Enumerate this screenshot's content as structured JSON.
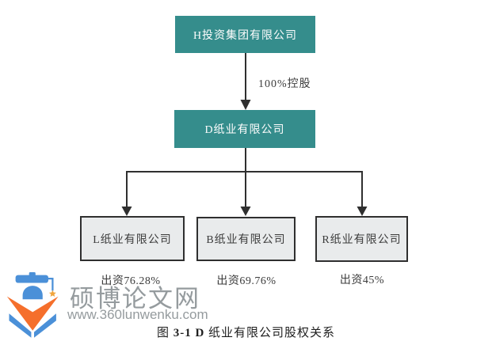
{
  "colors": {
    "teal": "#358d8c",
    "box_fill": "#e9ebec",
    "line": "#2f2f2f",
    "text_dark": "#3c3c3c",
    "watermark_gray": "#959b9e",
    "logo_blue": "#4b90d8",
    "logo_orange": "#f56f2c",
    "logo_star": "#f0a43c",
    "caption_text": "#1e1e1e"
  },
  "org_chart": {
    "root": {
      "label": "H投资集团有限公司"
    },
    "edge_label": "100%控股",
    "subsidiary": {
      "label": "D纸业有限公司"
    },
    "children": [
      {
        "label": "L纸业有限公司",
        "stake": "出资76.28%"
      },
      {
        "label": "B纸业有限公司",
        "stake": "出资69.76%"
      },
      {
        "label": "R纸业有限公司",
        "stake": "出资45%"
      }
    ]
  },
  "watermark": {
    "site_name": "硕博论文网",
    "url": "www.360lunwenku.com"
  },
  "caption": {
    "prefix": "图 ",
    "number": "3-1 D",
    "rest": " 纸业有限公司股权关系"
  }
}
